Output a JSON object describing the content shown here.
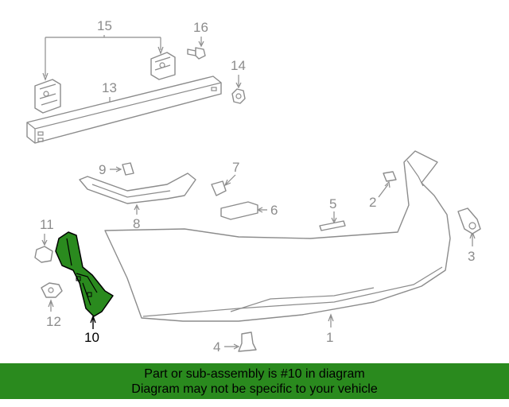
{
  "callouts": {
    "c1": "1",
    "c2": "2",
    "c3": "3",
    "c4": "4",
    "c5": "5",
    "c6": "6",
    "c7": "7",
    "c8": "8",
    "c9": "9",
    "c10": "10",
    "c11": "11",
    "c12": "12",
    "c13": "13",
    "c14": "14",
    "c15": "15",
    "c16": "16"
  },
  "highlighted_part": "10",
  "colors": {
    "highlight": "#2a8a1e",
    "line": "#8c8c8c",
    "banner": "#2a8a1e"
  },
  "banner": {
    "line1": "Part or sub-assembly is #10 in diagram",
    "line2": "Diagram may not be specific to your vehicle"
  }
}
